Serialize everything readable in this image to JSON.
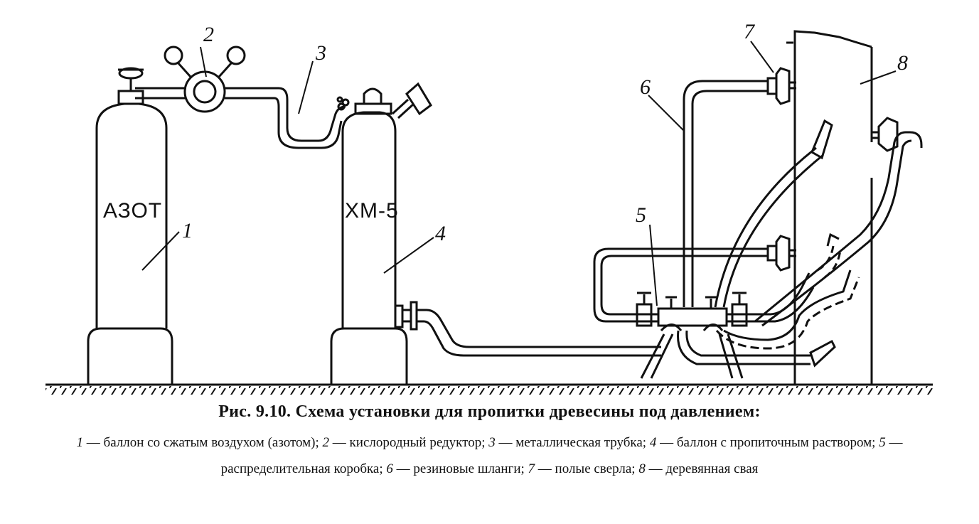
{
  "diagram": {
    "tank1_text": "АЗОТ",
    "tank4_text": "ХМ-5",
    "labels": {
      "n1": "1",
      "n2": "2",
      "n3": "3",
      "n4": "4",
      "n5": "5",
      "n6": "6",
      "n7": "7",
      "n8": "8"
    }
  },
  "caption": {
    "title": "Рис. 9.10. Схема установки для пропитки древесины под давлением:",
    "legend": [
      {
        "num": "1",
        "text": " — баллон со сжатым воздухом (азотом); "
      },
      {
        "num": "2",
        "text": " — кислородный редуктор; "
      },
      {
        "num": "3",
        "text": " — металлическая трубка; "
      },
      {
        "num": "4",
        "text": " — баллон с пропиточным раствором; "
      },
      {
        "num": "5",
        "text": " — распределительная коробка; "
      },
      {
        "num": "6",
        "text": " — резиновые шланги; "
      },
      {
        "num": "7",
        "text": " — полые сверла; "
      },
      {
        "num": "8",
        "text": " — деревянная свая"
      }
    ]
  }
}
